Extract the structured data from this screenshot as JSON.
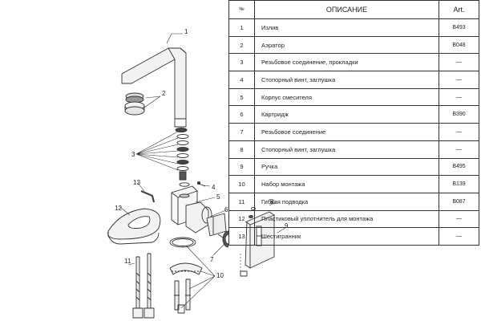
{
  "table": {
    "headers": {
      "no": "№",
      "description": "ОПИСАНИЕ",
      "art": "Art."
    },
    "rows": [
      {
        "no": "1",
        "description": "Излив",
        "art": "B493"
      },
      {
        "no": "2",
        "description": "Аэратор",
        "art": "B048"
      },
      {
        "no": "3",
        "description": "Резьбовое соединение, прокладки",
        "art": "—"
      },
      {
        "no": "4",
        "description": "Стопорный винт, заглушка",
        "art": "—"
      },
      {
        "no": "5",
        "description": "Корпус смесителя",
        "art": "—"
      },
      {
        "no": "6",
        "description": "Картридж",
        "art": "B390"
      },
      {
        "no": "7",
        "description": "Резьбовое соединение",
        "art": "—"
      },
      {
        "no": "8",
        "description": "Стопорный винт, заглушка",
        "art": "—"
      },
      {
        "no": "9",
        "description": "Ручка",
        "art": "B495"
      },
      {
        "no": "10",
        "description": "Набор монтажа",
        "art": "B139"
      },
      {
        "no": "11",
        "description": "Гибкая подводка",
        "art": "B087"
      },
      {
        "no": "12",
        "description": "Пластиковый уплотнитель для монтажа",
        "art": "—"
      },
      {
        "no": "13",
        "description": "Шестигранник",
        "art": "—"
      }
    ]
  },
  "callouts": {
    "c1": "1",
    "c2": "2",
    "c3": "3",
    "c4": "4",
    "c5": "5",
    "c6": "6",
    "c7": "7",
    "c8": "8",
    "c9": "9",
    "c10": "10",
    "c11": "11",
    "c12": "12",
    "c13": "13"
  }
}
